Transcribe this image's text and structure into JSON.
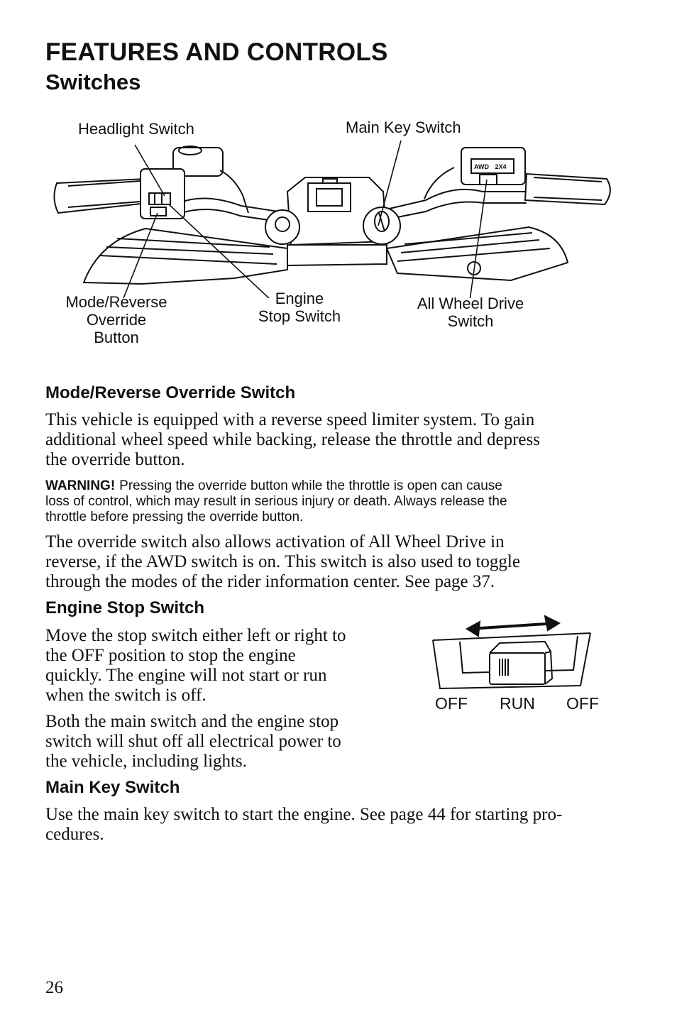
{
  "title": "FEATURES AND CONTROLS",
  "subtitle": "Switches",
  "diagram": {
    "labels": {
      "headlight": "Headlight Switch",
      "main_key": "Main Key Switch",
      "mode_reverse": [
        "Mode/Reverse",
        "Override",
        "Button"
      ],
      "engine_stop": [
        "Engine",
        "Stop Switch"
      ],
      "awd": [
        "All Wheel Drive",
        "Switch"
      ]
    },
    "switch_text": [
      "AWD",
      "2X4"
    ]
  },
  "sections": {
    "mode_reverse": {
      "heading": "Mode/Reverse Override Switch",
      "para1": [
        "This vehicle is equipped with a reverse speed limiter system. To gain",
        "additional wheel speed while backing, release the throttle and depress",
        "the override button."
      ],
      "warning_label": "WARNING!",
      "warning_text": [
        "Pressing the override button while the throttle is open can cause",
        "loss of control, which may result in serious injury or death. Always release the",
        "throttle before pressing the override button."
      ],
      "para2": [
        "The override switch also allows activation of All Wheel Drive in",
        "reverse, if the AWD switch is on. This switch is also used to toggle",
        "through the modes of the rider information center. See page 37."
      ]
    },
    "engine_stop": {
      "heading": "Engine Stop Switch",
      "para1": [
        "Move the stop switch either left or right to",
        "the OFF position to stop the engine",
        "quickly. The engine will not start or run",
        "when the switch is off."
      ],
      "para2": [
        "Both the main switch and the engine stop",
        "switch will shut off all electrical power to",
        "the vehicle, including lights."
      ],
      "positions": [
        "OFF",
        "RUN",
        "OFF"
      ]
    },
    "main_key": {
      "heading": "Main Key Switch",
      "para1": [
        "Use the main key switch to start the engine. See page 44 for starting pro-",
        "cedures."
      ]
    }
  },
  "page_number": "26"
}
